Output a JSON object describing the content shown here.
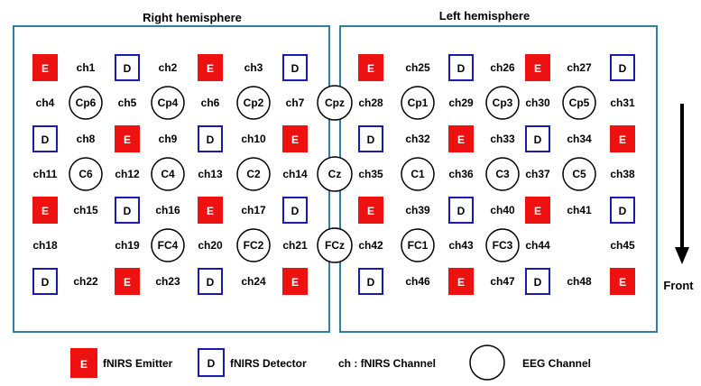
{
  "titles": {
    "right": "Right hemisphere",
    "left": "Left hemisphere"
  },
  "front_label": "Front",
  "colors": {
    "panel_border": "#2e7fa3",
    "emitter_fill": "#ee1111",
    "detector_border": "#1a1ab0",
    "text": "#000000"
  },
  "emitter_letter": "E",
  "detector_letter": "D",
  "right_panel": {
    "rows": [
      [
        "E",
        "ch1",
        "D",
        "ch2",
        "E",
        "ch3",
        "D"
      ],
      [
        "ch4",
        "Cp6",
        "ch5",
        "Cp4",
        "ch6",
        "Cp2",
        "ch7"
      ],
      [
        "D",
        "ch8",
        "E",
        "ch9",
        "D",
        "ch10",
        "E"
      ],
      [
        "ch11",
        "C6",
        "ch12",
        "C4",
        "ch13",
        "C2",
        "ch14"
      ],
      [
        "E",
        "ch15",
        "D",
        "ch16",
        "E",
        "ch17",
        "D"
      ],
      [
        "ch18",
        "",
        "ch19",
        "FC4",
        "ch20",
        "FC2",
        "ch21"
      ],
      [
        "D",
        "ch22",
        "E",
        "ch23",
        "D",
        "ch24",
        "E"
      ]
    ]
  },
  "left_panel": {
    "rows": [
      [
        "E",
        "ch25",
        "D",
        "ch26",
        "E",
        "ch27",
        "D"
      ],
      [
        "ch28",
        "Cp1",
        "ch29",
        "Cp3",
        "ch30",
        "Cp5",
        "ch31"
      ],
      [
        "D",
        "ch32",
        "E",
        "ch33",
        "D",
        "ch34",
        "E"
      ],
      [
        "ch35",
        "C1",
        "ch36",
        "C3",
        "ch37",
        "C5",
        "ch38"
      ],
      [
        "E",
        "ch39",
        "D",
        "ch40",
        "E",
        "ch41",
        "D"
      ],
      [
        "ch42",
        "FC1",
        "ch43",
        "FC3",
        "ch44",
        "",
        "ch45"
      ],
      [
        "D",
        "ch46",
        "E",
        "ch47",
        "D",
        "ch48",
        "E"
      ]
    ]
  },
  "midline_eeg": [
    "Cpz",
    "Cz",
    "FCz"
  ],
  "legend": {
    "emitter": "fNIRS Emitter",
    "detector": "fNIRS Detector",
    "channel": "ch : fNIRS Channel",
    "eeg": "EEG Channel"
  }
}
